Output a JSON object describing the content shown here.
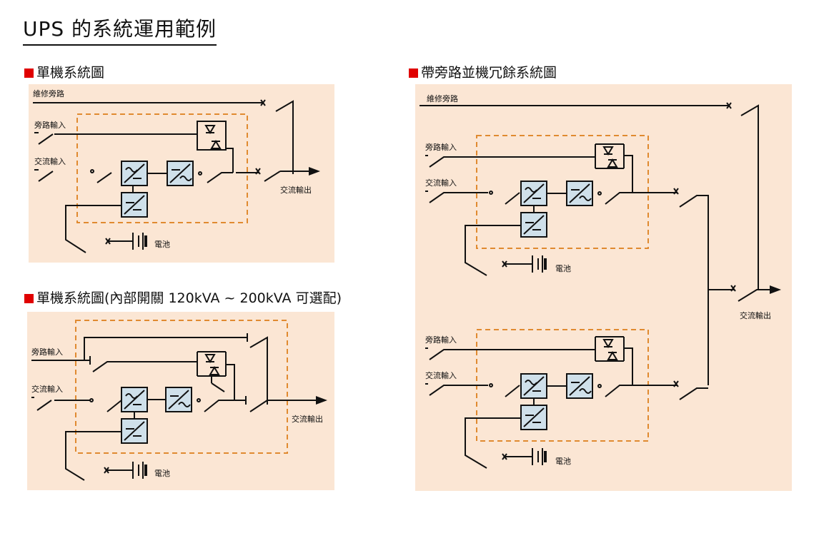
{
  "page": {
    "title": "UPS 的系統運用範例"
  },
  "sections": {
    "single": {
      "title": "單機系統圖"
    },
    "single_switch": {
      "title": "單機系統圖(內部開關 120kVA ~ 200kVA 可選配)"
    },
    "redundant": {
      "title": "帶旁路並機冗餘系統圖"
    }
  },
  "labels": {
    "maintenance_bypass": "維修旁路",
    "bypass_input": "旁路輸入",
    "ac_input": "交流輸入",
    "ac_output": "交流輸出",
    "battery": "電池"
  },
  "colors": {
    "panel_bg": "#fbe6d4",
    "bullet": "#e00000",
    "ups_boundary": "#e08a30",
    "converter_fill": "#cfe0ea"
  }
}
